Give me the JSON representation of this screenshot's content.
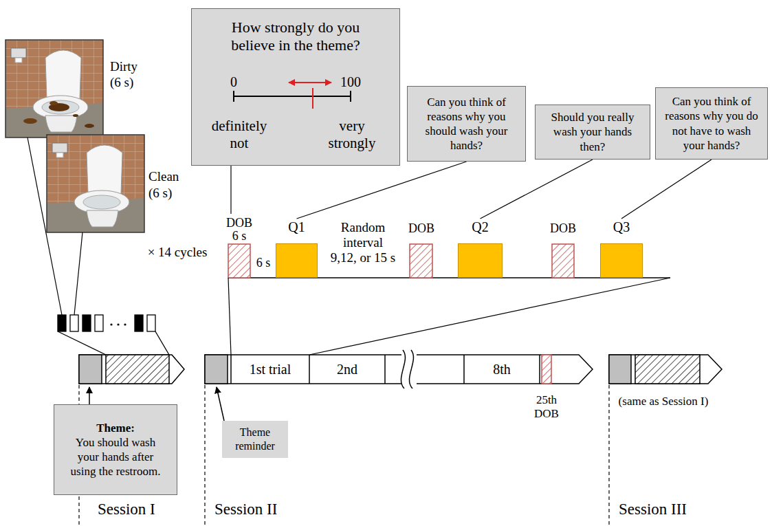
{
  "diagram": {
    "nodes": [
      {
        "text": [
          "How strongly do you believe in the theme?",
          "0",
          "100",
          "definitely not",
          "very strongly"
        ]
      },
      {
        "text": [
          "Can you think of reasons why you should wash your hands?"
        ]
      },
      {
        "text": [
          "Should you really wash your hands then?"
        ]
      },
      {
        "text": [
          "Can you think of reasons why you do not have to wash your hands?"
        ]
      },
      {
        "text": [
          "Q1"
        ]
      },
      {
        "text": [
          "Q2"
        ]
      },
      {
        "text": [
          "Q3"
        ]
      },
      {
        "text": [
          "Theme:",
          "You should wash your hands after using the restroom."
        ]
      },
      {
        "text": [
          "Theme reminder"
        ]
      }
    ],
    "edges": [
      {
        "from": 1,
        "to": 4,
        "arrow": "none"
      },
      {
        "from": 2,
        "to": 5,
        "arrow": "none"
      },
      {
        "from": 3,
        "to": 6,
        "arrow": "none"
      }
    ],
    "labels": [
      "Dirty",
      "(6 s)",
      "Clean",
      "(6 s)",
      "× 14 cycles",
      "DOB",
      "6 s",
      "6 s",
      "Random interval 9,12, or 15 s",
      "DOB",
      "DOB",
      "1st trial",
      "2nd",
      "8th",
      "25th DOB",
      "(same as Session I)",
      "Session I",
      "Session II",
      "Session III"
    ]
  }
}
